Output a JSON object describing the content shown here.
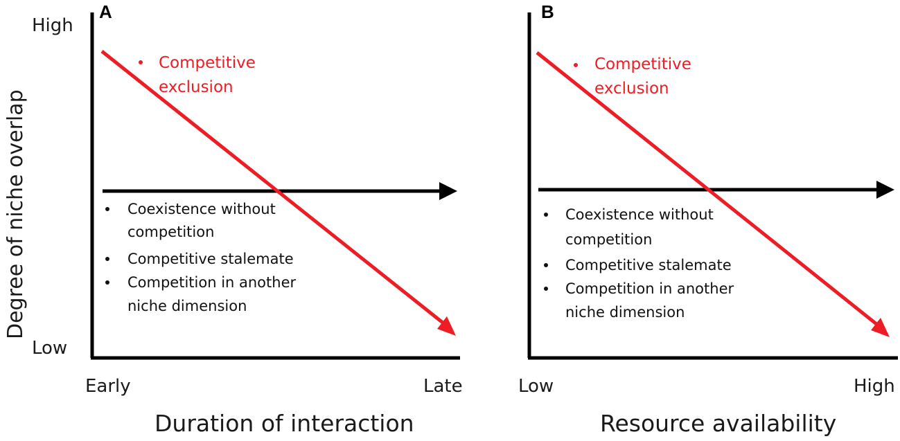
{
  "y_axis_label": "Degree of niche overlap",
  "colors": {
    "exclusion_arrow": "#ee1c24",
    "axis": "#000000",
    "threshold_arrow": "#000000"
  },
  "panels": [
    {
      "letter": "A",
      "y_high": "High",
      "y_low": "Low",
      "x_start": "Early",
      "x_end": "Late",
      "x_label": "Duration of interaction",
      "above_line": {
        "bullet_text": [
          "Competitive",
          "exclusion"
        ]
      },
      "below_line": {
        "bullets": [
          {
            "lines": [
              "Coexistence without",
              "competition"
            ]
          },
          {
            "lines": [
              "Competitive stalemate"
            ]
          },
          {
            "lines": [
              "Competition in another",
              "niche dimension"
            ]
          }
        ]
      }
    },
    {
      "letter": "B",
      "x_start": "Low",
      "x_end": "High",
      "x_label": "Resource availability",
      "above_line": {
        "bullet_text": [
          "Competitive",
          "exclusion"
        ]
      },
      "below_line": {
        "bullets": [
          {
            "lines": [
              "Coexistence without",
              "competition"
            ]
          },
          {
            "lines": [
              "Competitive stalemate"
            ]
          },
          {
            "lines": [
              "Competition in another",
              "niche dimension"
            ]
          }
        ]
      }
    }
  ]
}
